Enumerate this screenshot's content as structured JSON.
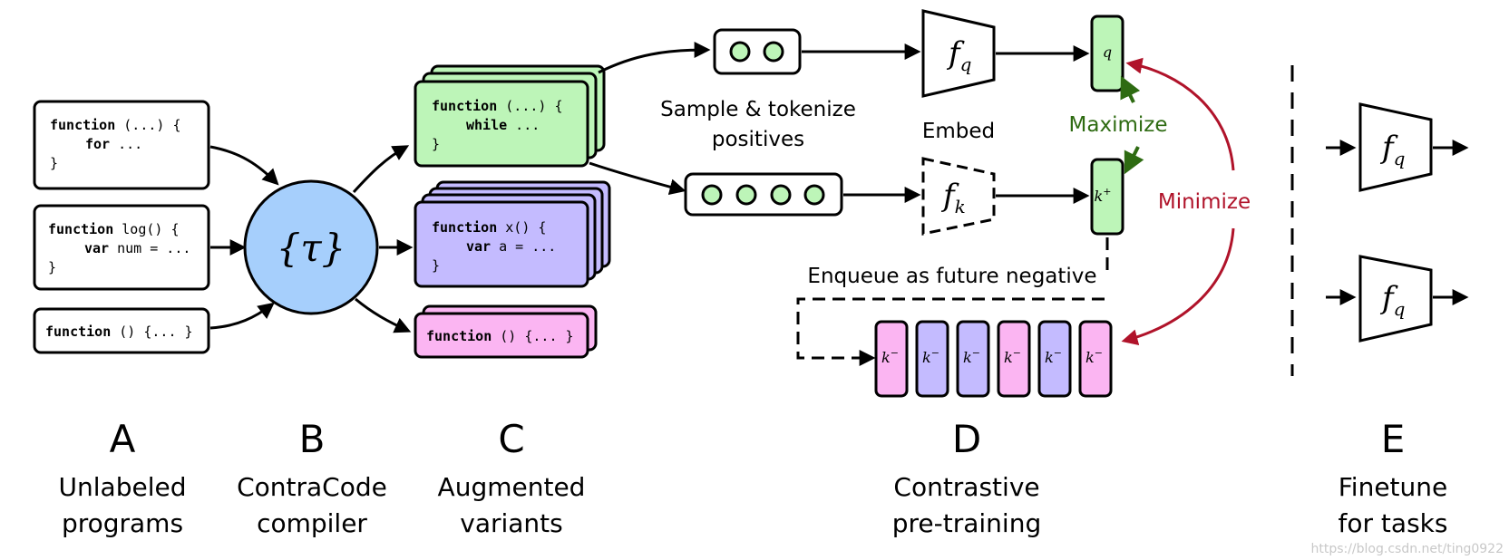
{
  "colors": {
    "green": "#bdf5b8",
    "purple": "#c4bbff",
    "pink": "#fbb5f2",
    "blue": "#a6cffc",
    "dark_green": "#2e6b12",
    "dark_red": "#b0132a"
  },
  "stages": [
    {
      "letter": "A",
      "caption": [
        "Unlabeled",
        "programs"
      ]
    },
    {
      "letter": "B",
      "caption": [
        "ContraCode",
        "compiler"
      ]
    },
    {
      "letter": "C",
      "caption": [
        "Augmented",
        "variants"
      ]
    },
    {
      "letter": "D",
      "caption": [
        "Contrastive",
        "pre-training"
      ]
    },
    {
      "letter": "E",
      "caption": [
        "Finetune",
        "for tasks"
      ]
    }
  ],
  "programs": [
    {
      "line1_kw": "function",
      "line1_rest": " (...) {",
      "line2_kw": "for",
      "line2_rest": " ...",
      "line3": "}"
    },
    {
      "line1_kw": "function",
      "line1_rest": " log() {",
      "line2_kw": "var",
      "line2_rest": " num = ...",
      "line3": "}"
    },
    {
      "line1_kw": "function",
      "line1_rest": " () {... }"
    }
  ],
  "compiler_symbol": "{τ}",
  "variants": [
    {
      "line1_kw": "function",
      "line1_rest": " (...) {",
      "line2_kw": "while",
      "line2_rest": " ...",
      "line3": "}"
    },
    {
      "line1_kw": "function",
      "line1_rest": " x() {",
      "line2_kw": "var",
      "line2_rest": " a = ...",
      "line3": "}"
    },
    {
      "line1_kw": "function",
      "line1_rest": " () {... }"
    }
  ],
  "labels": {
    "sample_line1": "Sample & tokenize",
    "sample_line2": "positives",
    "embed": "Embed",
    "maximize": "Maximize",
    "minimize": "Minimize",
    "enqueue": "Enqueue as future negative"
  },
  "encoders": {
    "fq": "f",
    "fq_sub": "q",
    "fk": "f",
    "fk_sub": "k"
  },
  "embeddings": {
    "q": "q",
    "kplus": "k",
    "kplus_sup": "+",
    "kminus": "k",
    "kminus_sup": "−"
  },
  "queue_colors": [
    "pink",
    "purple",
    "purple",
    "pink",
    "purple",
    "pink"
  ],
  "watermark": "https://blog.csdn.net/ting0922"
}
